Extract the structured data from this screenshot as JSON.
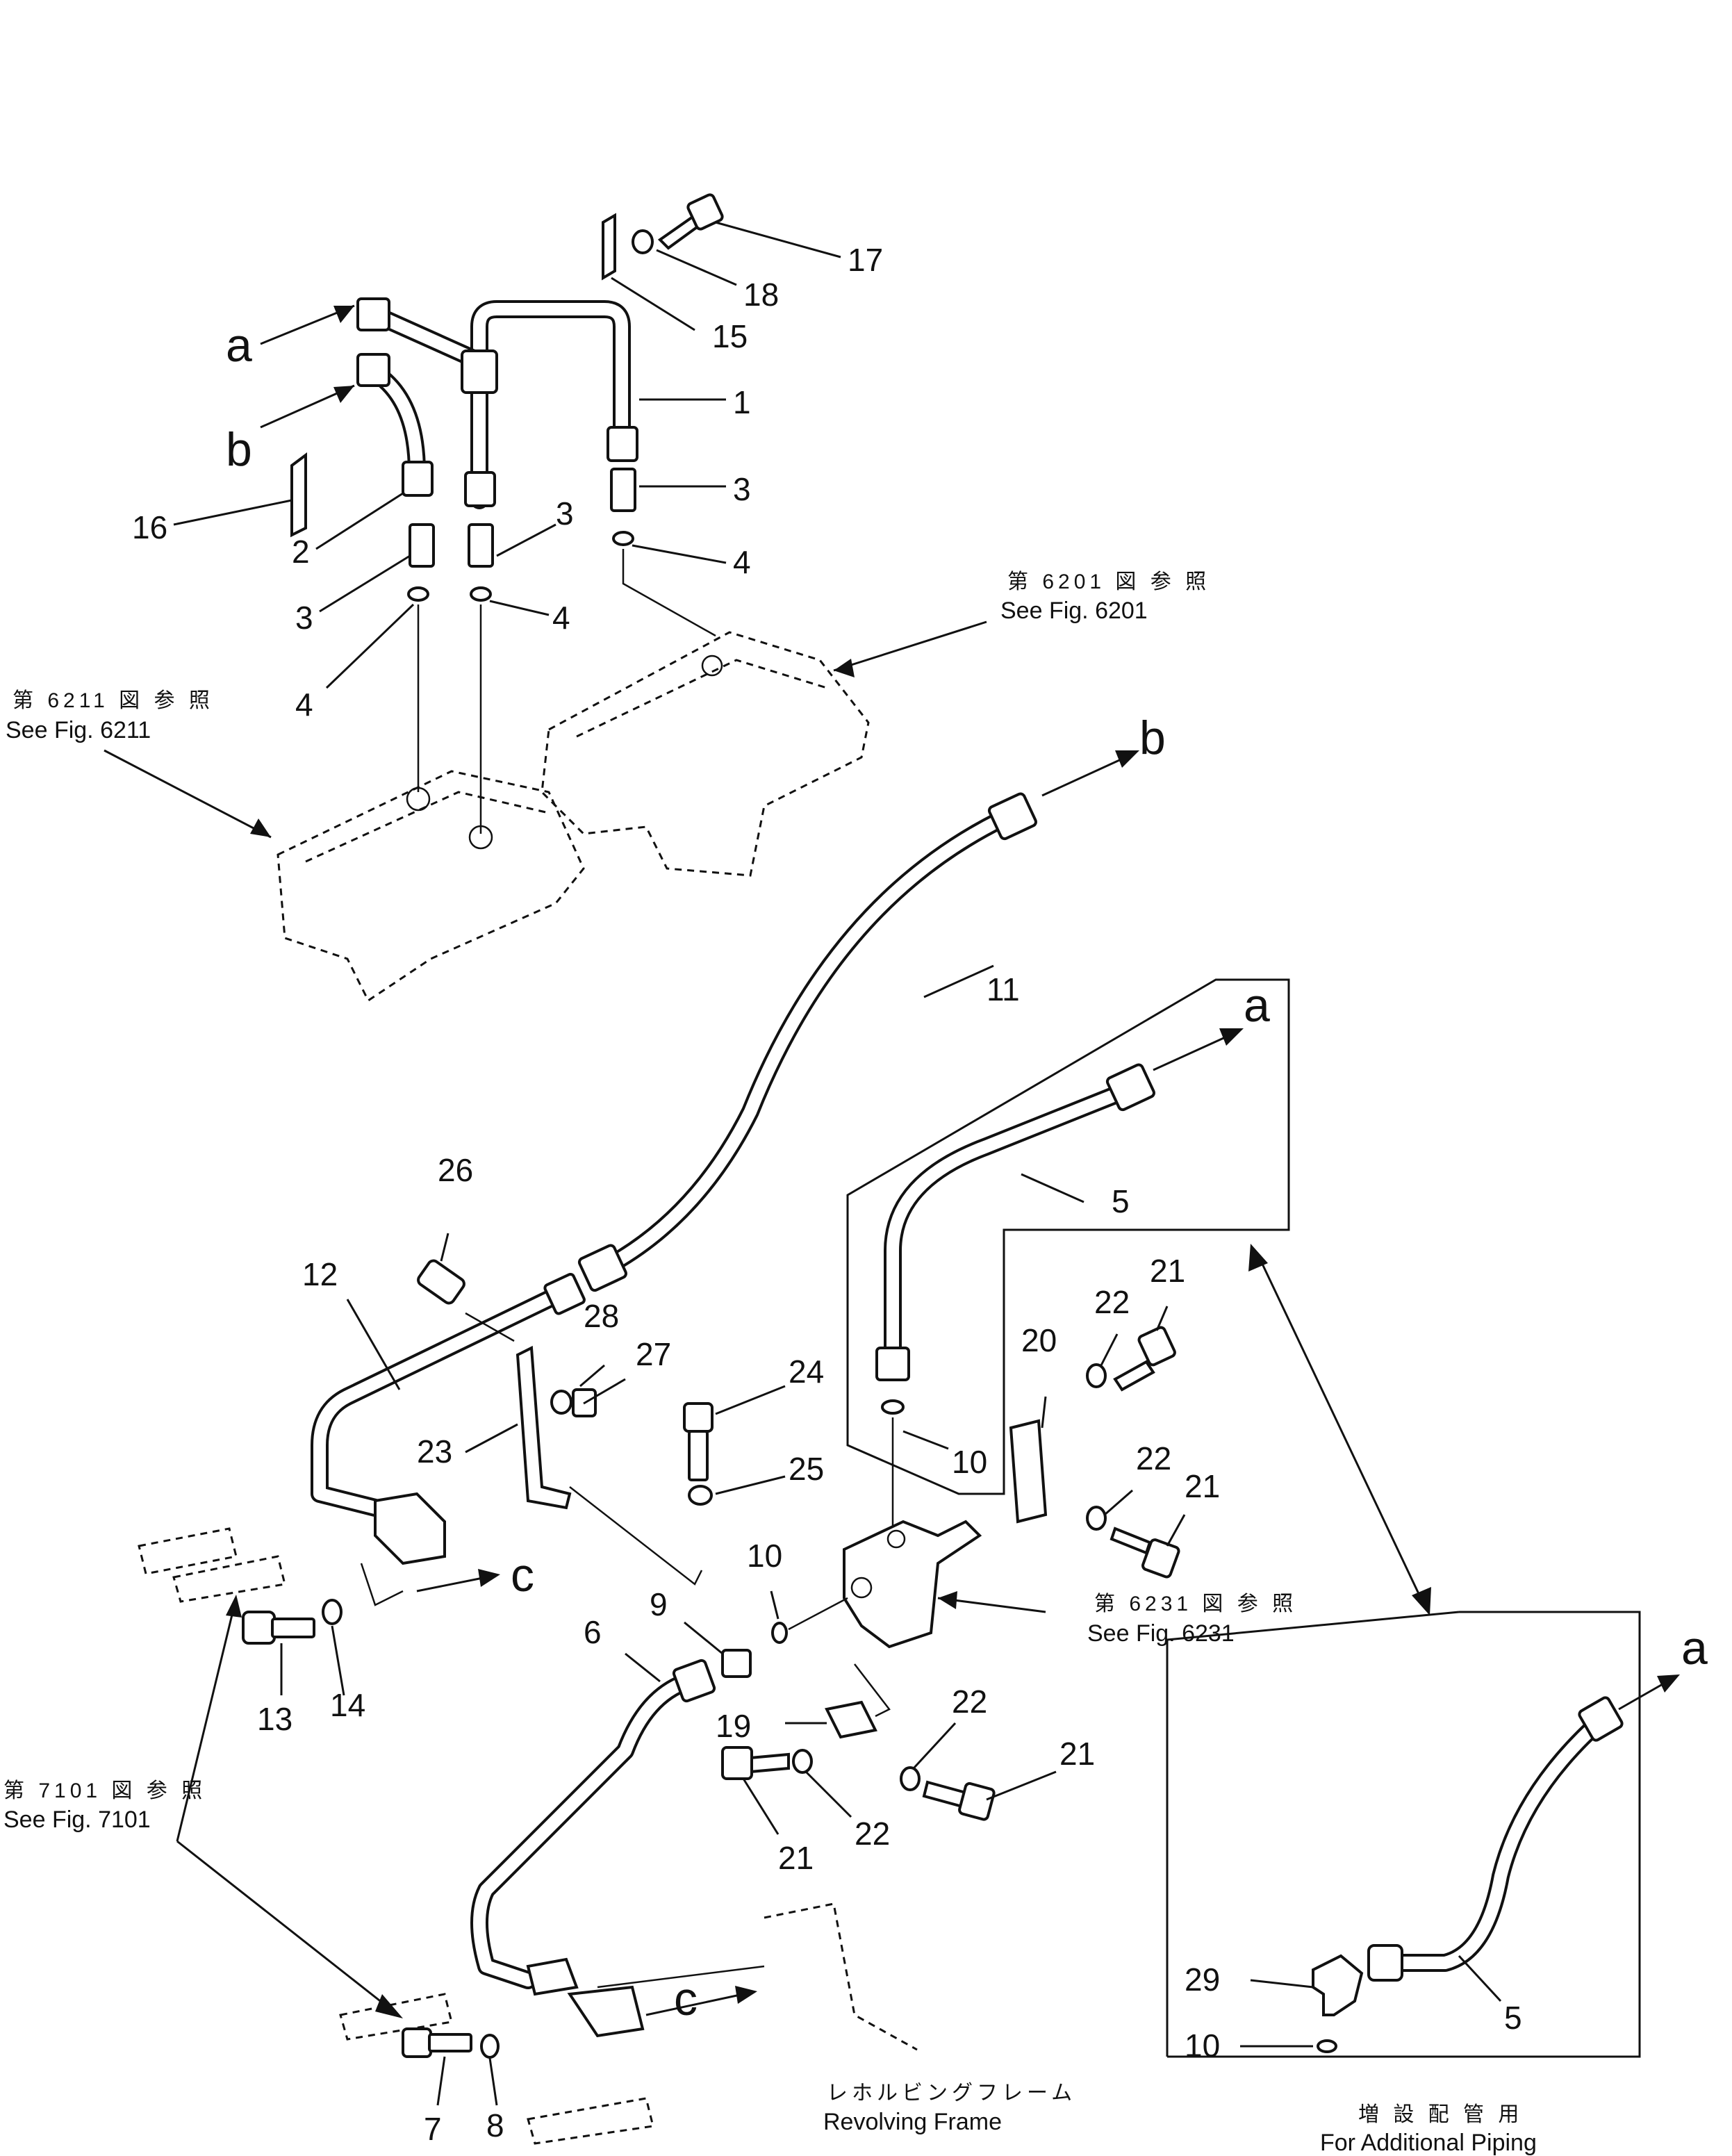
{
  "callouts": {
    "n1": "1",
    "n2": "2",
    "n3a": "3",
    "n3b": "3",
    "n3c": "3",
    "n4a": "4",
    "n4b": "4",
    "n4c": "4",
    "n5a": "5",
    "n5b": "5",
    "n6": "6",
    "n7": "7",
    "n8": "8",
    "n9": "9",
    "n10a": "10",
    "n10b": "10",
    "n10c": "10",
    "n11": "11",
    "n12": "12",
    "n13": "13",
    "n14": "14",
    "n15": "15",
    "n16": "16",
    "n17": "17",
    "n18": "18",
    "n19": "19",
    "n20": "20",
    "n21a": "21",
    "n21b": "21",
    "n21c": "21",
    "n21d": "21",
    "n22a": "22",
    "n22b": "22",
    "n22c": "22",
    "n22d": "22",
    "n23": "23",
    "n24": "24",
    "n25": "25",
    "n26": "26",
    "n27": "27",
    "n28": "28",
    "n29": "29"
  },
  "letters": {
    "a_left": "a",
    "b_left": "b",
    "b_right": "b",
    "a_upper": "a",
    "a_lower": "a",
    "c_right": "c",
    "c_bottom": "c"
  },
  "refs": {
    "fig6201_jp": "第 6201 図 参 照",
    "fig6201_en": "See Fig. 6201",
    "fig6211_jp": "第 6211 図 参 照",
    "fig6211_en": "See Fig. 6211",
    "fig6231_jp": "第 6231 図 参 照",
    "fig6231_en": "See Fig. 6231",
    "fig7101_jp": "第 7101 図 参 照",
    "fig7101_en": "See Fig. 7101",
    "revolving_jp": "レホルビングフレーム",
    "revolving_en": "Revolving Frame",
    "additional_jp": "増 設 配 管 用",
    "additional_en": "For Additional Piping"
  }
}
